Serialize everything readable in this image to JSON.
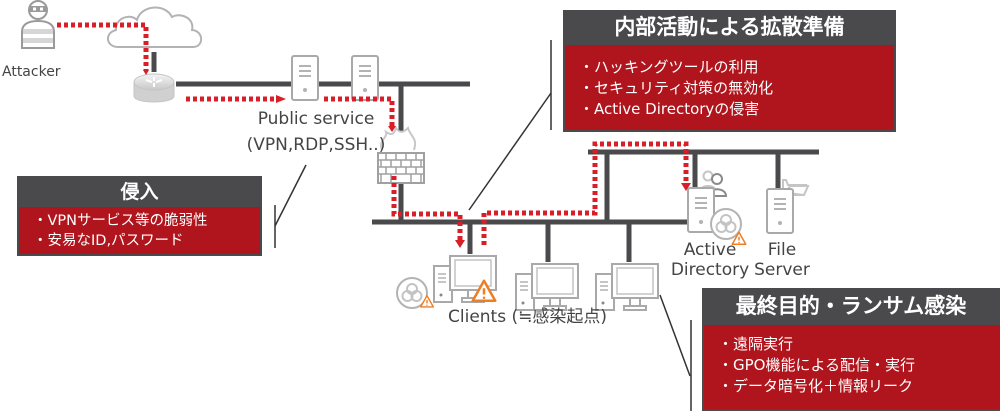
{
  "colors": {
    "network_line": "#4a4a4d",
    "attack_path": "#d81e27",
    "box_header": "#4a4a4d",
    "box_body": "#b0141c",
    "icon_gray": "#a9a9a9",
    "warning": "#ef7d22"
  },
  "nodes": {
    "attacker": {
      "label": "Attacker",
      "icon": "masked-attacker-icon"
    },
    "cloud": {
      "icon": "cloud-icon"
    },
    "router": {
      "icon": "router-icon"
    },
    "public_service": {
      "label_line1": "Public service",
      "label_line2": "(VPN,RDP,SSH..)",
      "icon": "server-icon"
    },
    "firewall": {
      "icon": "firewall-icon"
    },
    "clients": {
      "label": "Clients (≒感染起点)",
      "icon": "desktop-pc-icon"
    },
    "active_directory": {
      "label_line1": "Active",
      "label_line2": "Directory",
      "icon": "server-users-icon"
    },
    "file_server": {
      "label_line1": "File",
      "label_line2": "Server",
      "icon": "server-folder-icon"
    }
  },
  "callouts": {
    "intrusion": {
      "title": "侵入",
      "items": [
        "・VPNサービス等の脆弱性",
        "・安易なID,パスワード"
      ]
    },
    "lateral": {
      "title": "内部活動による拡散準備",
      "items": [
        "・ハッキングツールの利用",
        "・セキュリティ対策の無効化",
        "・Active Directoryの侵害"
      ]
    },
    "final": {
      "title": "最終目的・ランサム感染",
      "items": [
        "・遠隔実行",
        "・GPO機能による配信・実行",
        "・データ暗号化＋情報リーク"
      ]
    }
  }
}
